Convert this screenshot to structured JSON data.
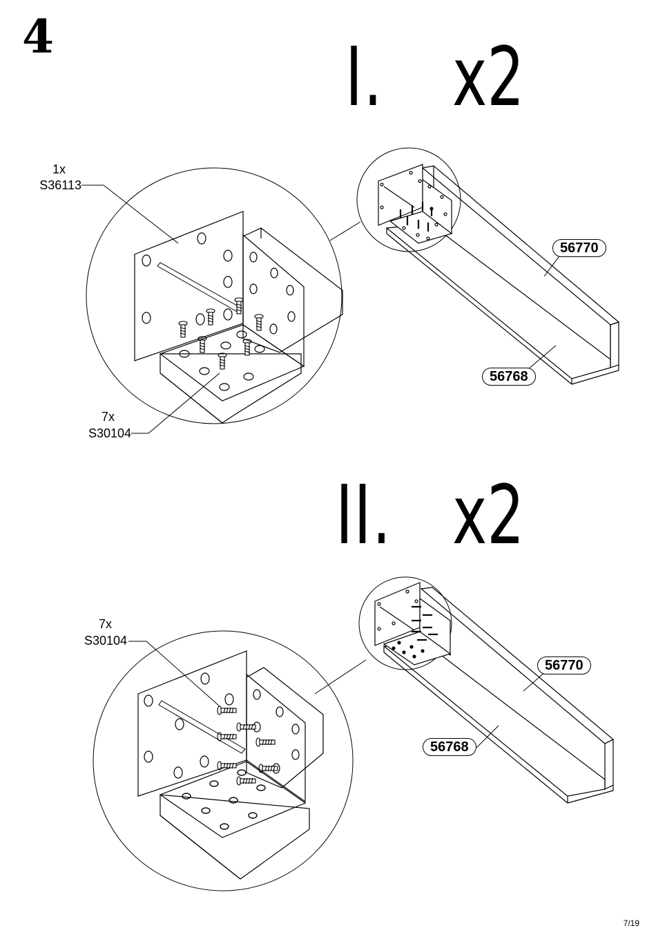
{
  "step_number": "4",
  "stages": [
    {
      "numeral": "I.",
      "multiplier": "x2",
      "callouts": [
        {
          "qty": "1x",
          "code": "S36113"
        },
        {
          "qty": "7x",
          "code": "S30104"
        }
      ],
      "parts": [
        "56770",
        "56768"
      ]
    },
    {
      "numeral": "II.",
      "multiplier": "x2",
      "callouts": [
        {
          "qty": "7x",
          "code": "S30104"
        }
      ],
      "parts": [
        "56770",
        "56768"
      ]
    }
  ],
  "page_number": "7/19"
}
